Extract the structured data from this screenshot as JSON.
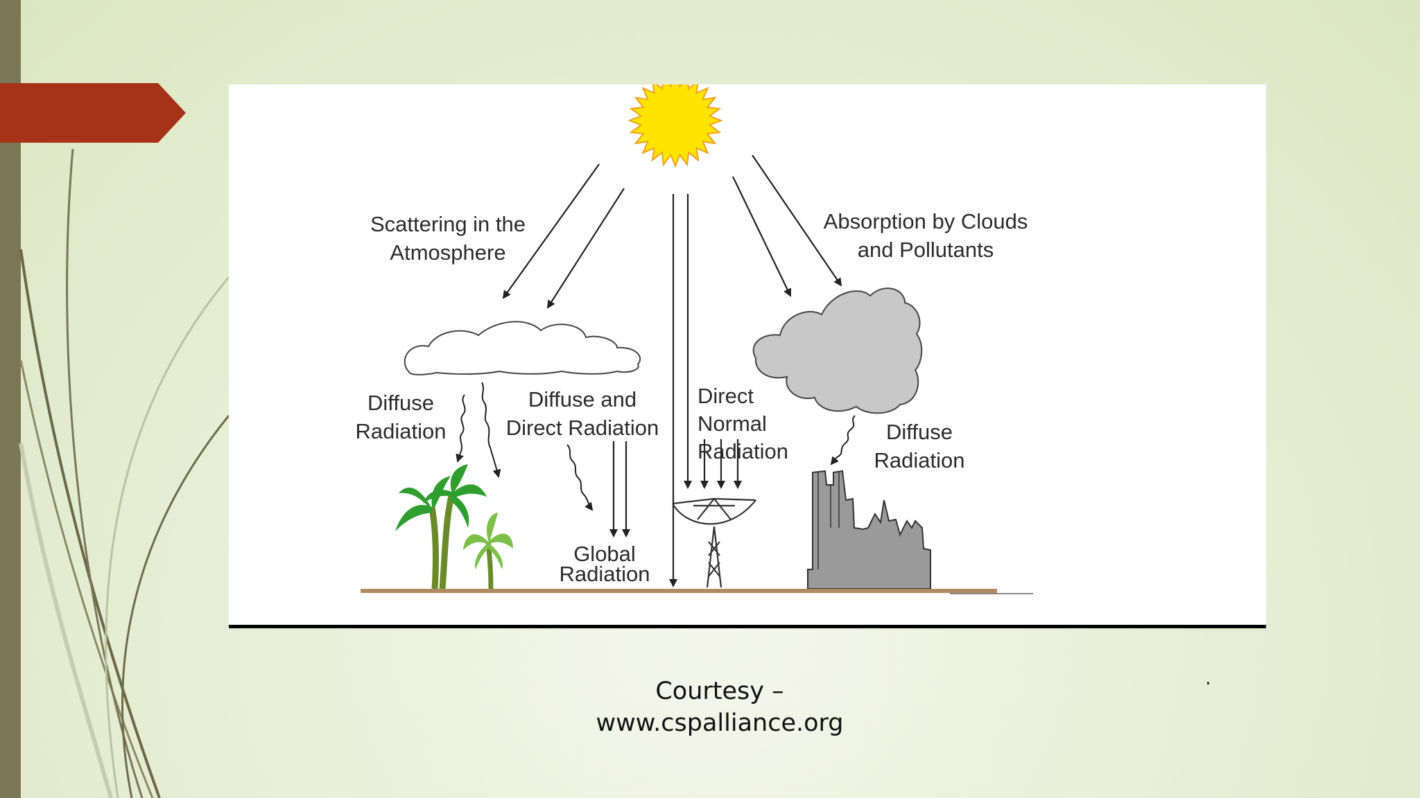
{
  "diagram": {
    "labels": {
      "scattering_l1": "Scattering in the",
      "scattering_l2": "Atmosphere",
      "absorption_l1": "Absorption by Clouds",
      "absorption_l2": "and Pollutants",
      "diffuse_left_l1": "Diffuse",
      "diffuse_left_l2": "Radiation",
      "diffuse_direct_l1": "Diffuse and",
      "diffuse_direct_l2": "Direct Radiation",
      "dnr_l1": "Direct",
      "dnr_l2": "Normal",
      "dnr_l3": "Radiation",
      "diffuse_right_l1": "Diffuse",
      "diffuse_right_l2": "Radiation",
      "global_l1": "Global",
      "global_l2": "Radiation"
    },
    "colors": {
      "sun": "#ffe400",
      "sun_outline": "#f0a020",
      "palm": "#2f9e2f",
      "ground": "#b08a60",
      "dark_cloud": "#c8c8c8",
      "city": "#9a9a9a",
      "red_tab": "#a63217"
    }
  },
  "caption": {
    "line1": "Courtesy –",
    "line2": "www.cspalliance.org"
  },
  "dot": "."
}
